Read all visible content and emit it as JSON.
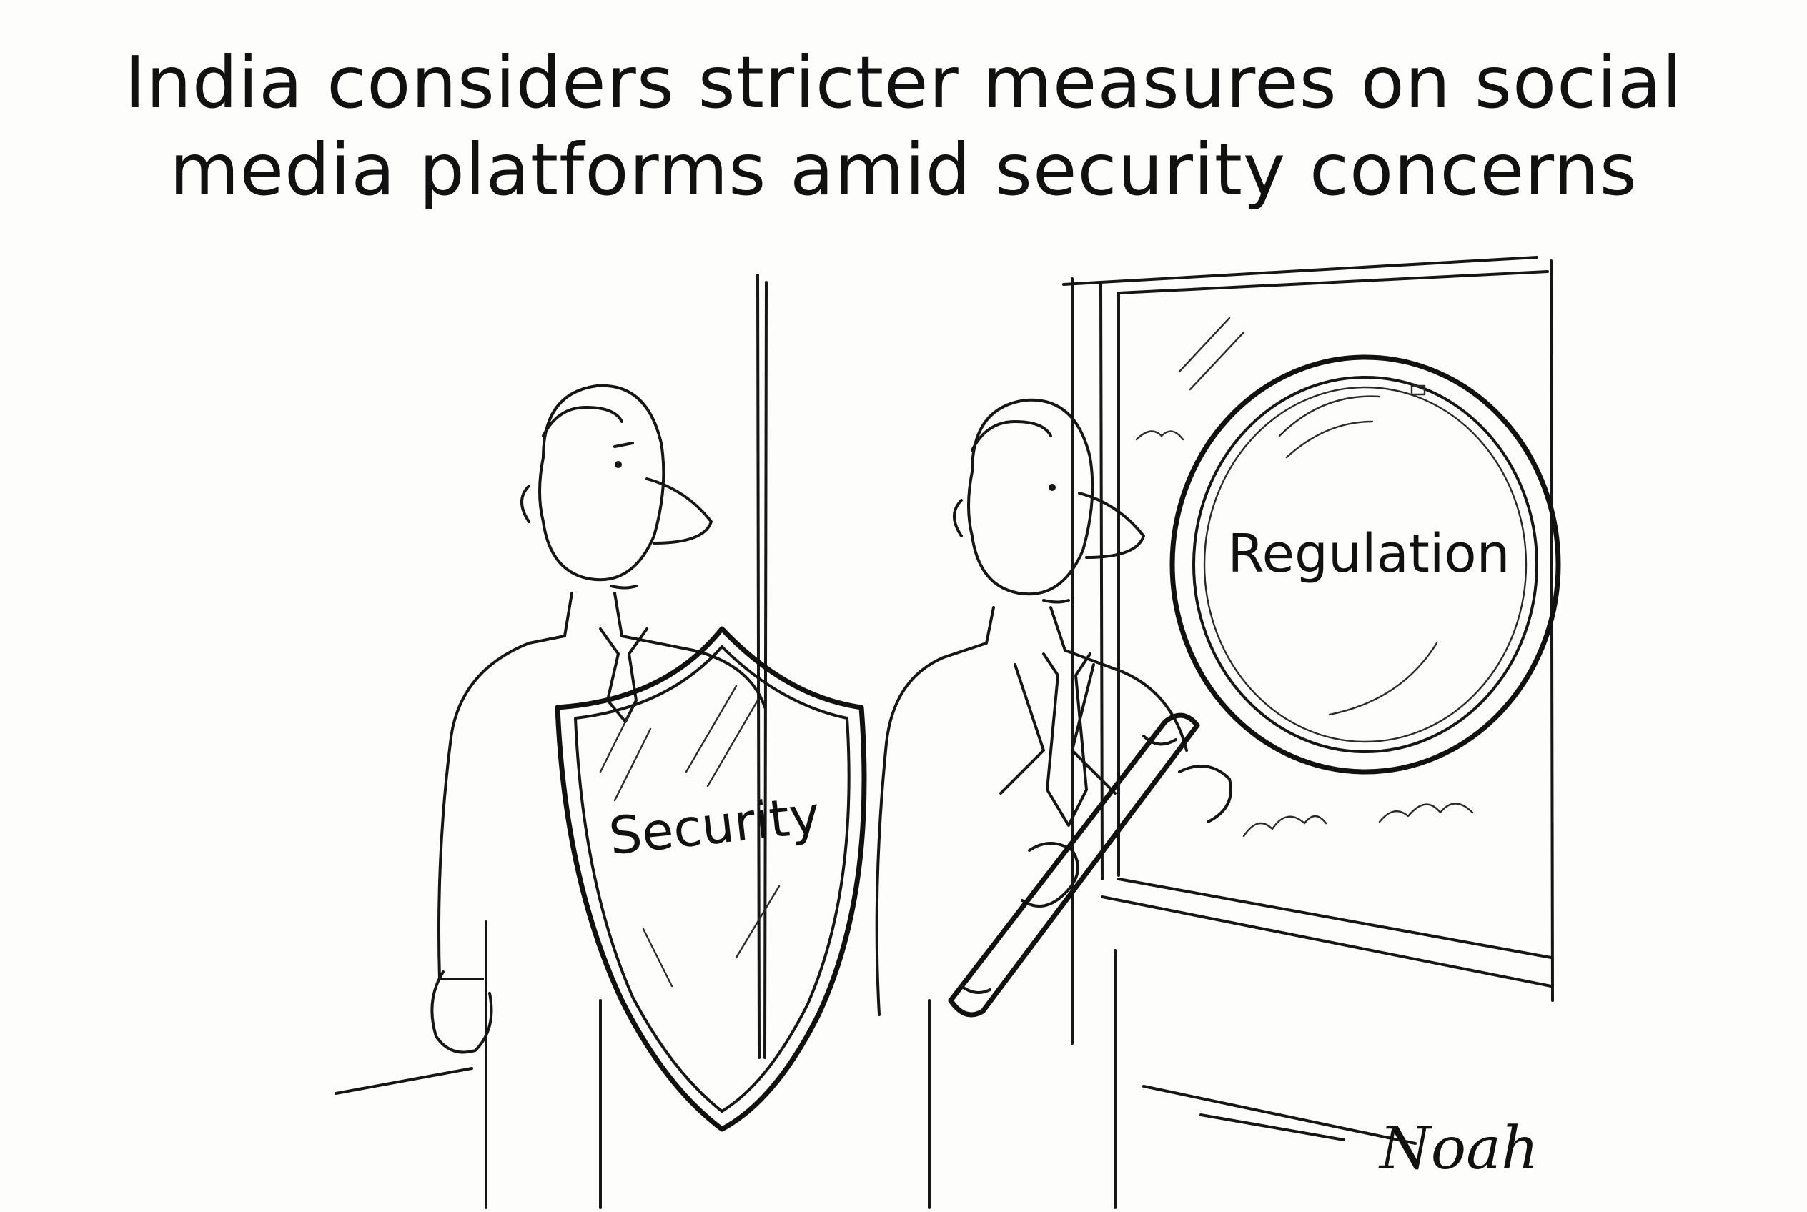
{
  "caption": {
    "line1": "India considers stricter measures on social",
    "line2": "media platforms amid security concerns"
  },
  "shield": {
    "label": "Security"
  },
  "magnifier": {
    "label": "Regulation"
  },
  "signature": "Noah",
  "colors": {
    "ink": "#161616",
    "paper": "#fdfdfc"
  }
}
